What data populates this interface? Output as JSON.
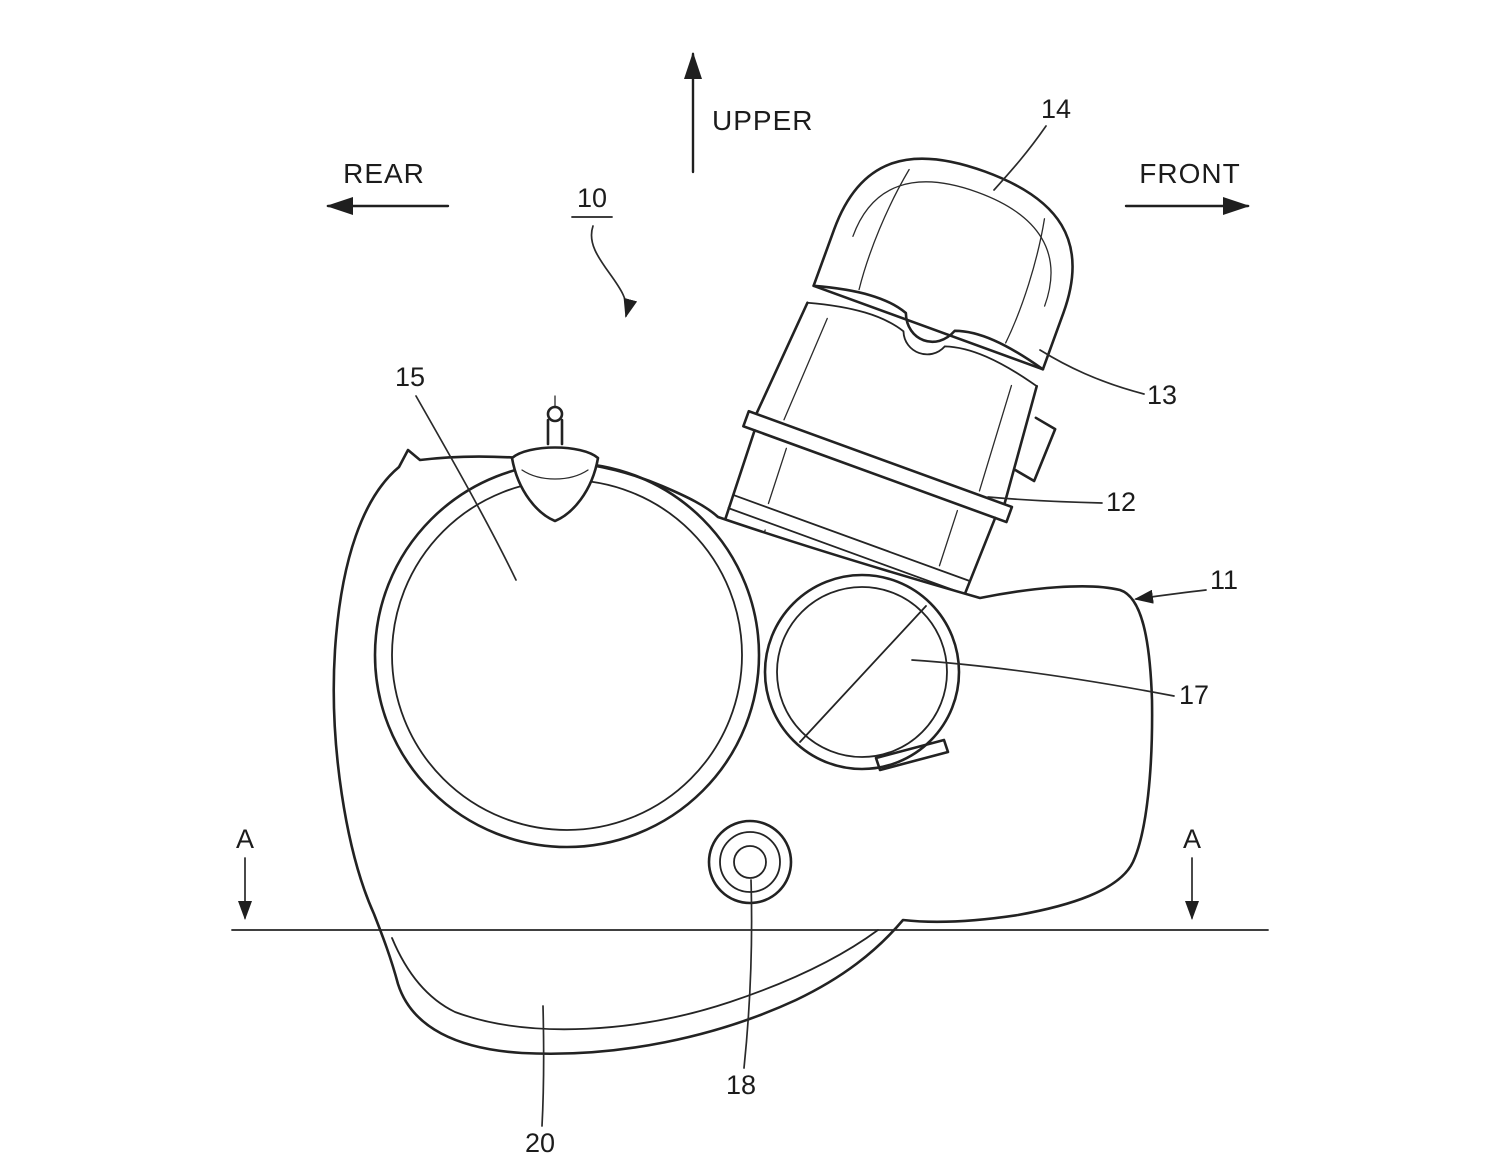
{
  "figure": {
    "orientation": {
      "upper": "UPPER",
      "rear": "REAR",
      "front": "FRONT"
    },
    "section": {
      "left": "A",
      "right": "A"
    },
    "labels": {
      "ref10": "10",
      "ref11": "11",
      "ref12": "12",
      "ref13": "13",
      "ref14": "14",
      "ref15": "15",
      "ref17": "17",
      "ref18": "18",
      "ref20": "20"
    },
    "colors": {
      "line": "#222222",
      "background": "#ffffff"
    }
  }
}
